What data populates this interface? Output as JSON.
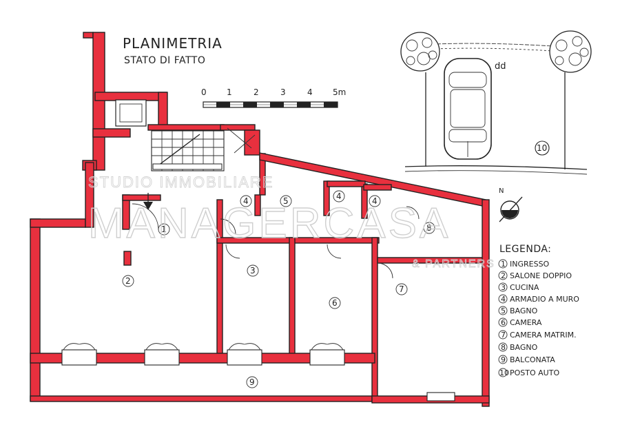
{
  "title": "PLANIMETRIA",
  "subtitle": "STATO DI FATTO",
  "scale": {
    "ticks": [
      "0",
      "1",
      "2",
      "3",
      "4",
      "5m"
    ]
  },
  "watermark": {
    "top": "STUDIO IMMOBILIARE",
    "main": "MANAGERCASA",
    "sub": "& PARTNERS"
  },
  "parking": {
    "label": "dd",
    "number": "10"
  },
  "rooms": [
    {
      "num": "1"
    },
    {
      "num": "2"
    },
    {
      "num": "3"
    },
    {
      "num": "4"
    },
    {
      "num": "4"
    },
    {
      "num": "4"
    },
    {
      "num": "5"
    },
    {
      "num": "6"
    },
    {
      "num": "7"
    },
    {
      "num": "8"
    },
    {
      "num": "9"
    }
  ],
  "legend": {
    "title": "LEGENDA:",
    "items": [
      {
        "num": "1",
        "label": "INGRESSO"
      },
      {
        "num": "2",
        "label": "SALONE DOPPIO"
      },
      {
        "num": "3",
        "label": "CUCINA"
      },
      {
        "num": "4",
        "label": "ARMADIO A MURO"
      },
      {
        "num": "5",
        "label": "BAGNO"
      },
      {
        "num": "6",
        "label": "CAMERA"
      },
      {
        "num": "7",
        "label": "CAMERA MATRIM."
      },
      {
        "num": "8",
        "label": "BAGNO"
      },
      {
        "num": "9",
        "label": "BALCONATA"
      },
      {
        "num": "10",
        "label": "POSTO AUTO"
      }
    ]
  }
}
